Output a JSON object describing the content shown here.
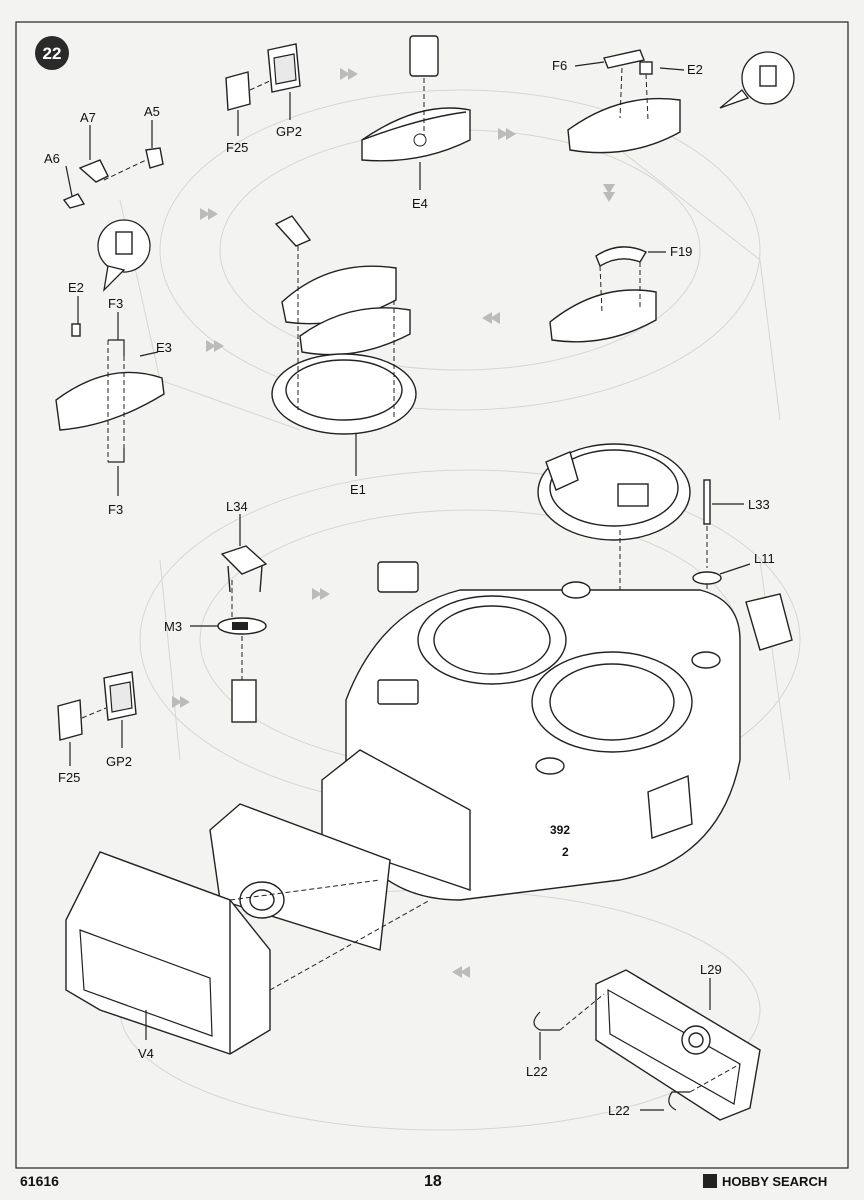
{
  "step": {
    "number": "22"
  },
  "part_labels": {
    "A7": "A7",
    "A5": "A5",
    "A6": "A6",
    "F25_top": "F25",
    "GP2_top": "GP2",
    "E4": "E4",
    "F6": "F6",
    "E2_top": "E2",
    "F19": "F19",
    "E2_left": "E2",
    "F3_top": "F3",
    "E3": "E3",
    "F3_bottom": "F3",
    "E1": "E1",
    "L34": "L34",
    "M3": "M3",
    "L33": "L33",
    "L11": "L11",
    "F25_bottom": "F25",
    "GP2_bottom": "GP2",
    "V4": "V4",
    "L29": "L29",
    "L22_a": "L22",
    "L22_b": "L22"
  },
  "turret_marks": {
    "number_1": "392",
    "number_2": "2"
  },
  "footer": {
    "kit_number": "61616",
    "page_number": "18",
    "watermark": "HOBBY SEARCH"
  },
  "colors": {
    "line": "#222222",
    "background": "#f3f3f1",
    "arrow": "#bbbbbb"
  }
}
